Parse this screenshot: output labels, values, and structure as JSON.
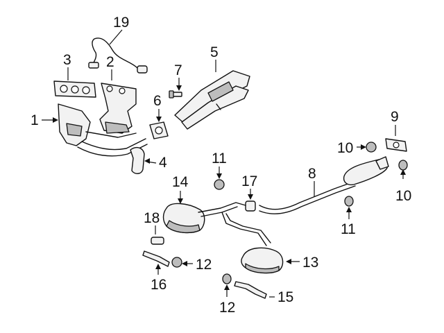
{
  "callouts": {
    "c1": "1",
    "c2": "2",
    "c3": "3",
    "c4": "4",
    "c5": "5",
    "c6": "6",
    "c7": "7",
    "c8": "8",
    "c9": "9",
    "c10a": "10",
    "c10b": "10",
    "c11a": "11",
    "c11b": "11",
    "c12a": "12",
    "c12b": "12",
    "c13": "13",
    "c14": "14",
    "c15": "15",
    "c16": "16",
    "c17": "17",
    "c18": "18",
    "c19": "19"
  }
}
